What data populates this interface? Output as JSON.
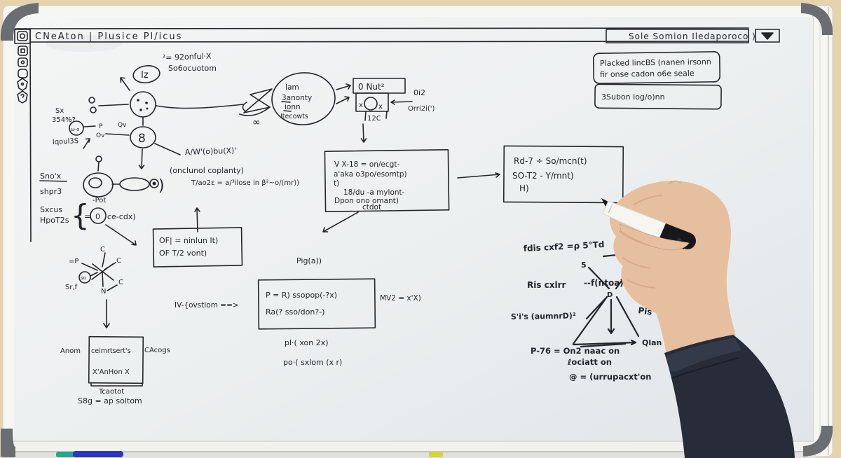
{
  "colors": {
    "wall": "#e7d2ae",
    "frame": "#f6f6f3",
    "corner": "#6a6e72",
    "board_light": "#f3f4f4",
    "board_dark": "#e2e6e9",
    "ink": "#23252b",
    "skin": "#e6bf9f",
    "skin_shadow": "#c99d7b",
    "sleeve": "#272c38",
    "cuff": "#353c4c",
    "marker_body": "#f6f5f1",
    "marker_dark": "#17181d",
    "tray_blue": "#2a35c8",
    "tray_teal": "#1fa98e",
    "tray_yellow": "#ddd32b"
  },
  "header": {
    "title": "CNeAton | Plusice Pl/icus",
    "dropdown_label": "Sole Somion Iledaporoco )"
  },
  "sidebar": {
    "icons": [
      {
        "name": "board-icon"
      },
      {
        "name": "note-icon"
      },
      {
        "name": "note-icon-2"
      },
      {
        "name": "folder-icon"
      },
      {
        "name": "pin-icon"
      },
      {
        "name": "help-pin-icon"
      }
    ]
  },
  "notes": {
    "note1_line1": "Placked lincBS (nanen irsonn",
    "note1_line2": "fir onse cadon o6e seale",
    "note2": "3Subon log/o)nn"
  },
  "diagram": {
    "formula_top1": "²= 92onful·X",
    "formula_top2": "So6ocuotom",
    "iz": "Iz",
    "eight": "8",
    "sx": "Sx",
    "sx2": "354%?",
    "omega": "ω·o",
    "p": "P",
    "qv": "Qv",
    "ov": "Ov",
    "lqoulss": "Iqoul3S",
    "awbux": "A/W'(o)bu(X)'",
    "onclunol": "(onclunol coplanty)",
    "tao2e": "T/ao2ε = a/³ilose in β²~o/(mr))",
    "paren": ")",
    "snox": "Sno'x",
    "shpr3": "shpr3",
    "pot": "-Pot",
    "sxcus": "Sxcus",
    "hpot2s": "HpoT2s",
    "brace": "{",
    "eq": "=",
    "zero": "0",
    "cecdx": "ce-cdx)",
    "cloud1": "Iam",
    "cloud2": "3anonty",
    "cloud3": "ionn",
    "cloud4": "Itecowts",
    "infinity": "∞",
    "nut": "0 Nut²",
    "x_left": "x",
    "x_right": "x",
    "c12": "12C",
    "oi2": "0i2",
    "orri2i": "Orri2i(')",
    "vx1": "V X-18 = on/ecgt-",
    "vx2": "a'aka o3po/esomtp)",
    "vx3": "t)",
    "vx4": "18/du -a mylont-",
    "vx5": "Dpon ono omant)",
    "vx6": "ctdot",
    "rd1": "Rd-7 ÷ So/mcn(t)",
    "rd2": "SO-T2 - Y/mnt)",
    "rd3": "H)",
    "of1": "OF| = ninlun It)",
    "of2": "OF T/2 vont)",
    "piga": "Pig(a))",
    "pbox1": "P = R) ssopop(-?x)",
    "pbox2": "Ra(? sso/don?-)",
    "wv": "IV-{ovstiom ==>",
    "mv2": "MV2 = x'X)",
    "pl1": "pl·( xon 2x)",
    "pl2": "po·( sxlom (x r)",
    "mol_c1": "C",
    "mol_p": "=P",
    "mol_c2": "C",
    "mol_so": "so",
    "mol_srf": "Sr,f",
    "mol_n": "N",
    "mol_c3": "C",
    "anom": "Anom",
    "chem1": "ceimrtsert's",
    "chem2": "X'AnHon X",
    "cacogs": "CAcogs",
    "tcaotot": "Tcaotot",
    "sgg": "S8g = ap soltom",
    "fdis": "fdis cxf2 =ρ 5°Td",
    "five": "5",
    "ris": "Ris cxlrr",
    "fntoa": "--f(ntoa)",
    "dnode": "D",
    "sis": "S'i's (aumnrD)²",
    "pis": "Pis",
    "p76": "P-76 = On2 naac on",
    "dociatt": "ℓociatt on",
    "curr": "@ = (urrupacxt'on",
    "qlan": "Qlan"
  }
}
